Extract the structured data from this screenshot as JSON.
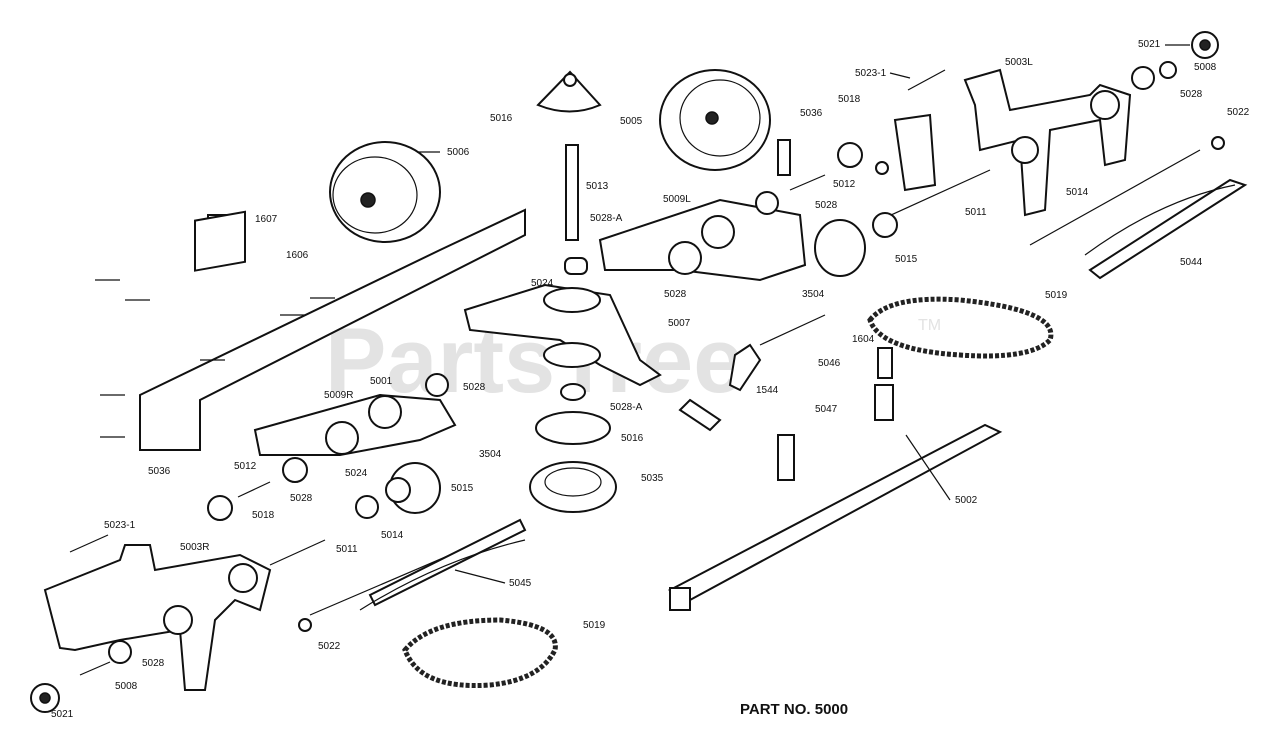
{
  "watermark": {
    "text": "PartsTree",
    "tm": "TM"
  },
  "part_number_label": "PART NO. 5000",
  "labels": [
    {
      "id": "l5021a",
      "text": "5021"
    },
    {
      "id": "l5023_1a",
      "text": "5023-1"
    },
    {
      "id": "l5003L",
      "text": "5003L"
    },
    {
      "id": "l5008a",
      "text": "5008"
    },
    {
      "id": "l5028a",
      "text": "5028"
    },
    {
      "id": "l5022a",
      "text": "5022"
    },
    {
      "id": "l5016a",
      "text": "5016"
    },
    {
      "id": "l5005a",
      "text": "5005"
    },
    {
      "id": "l5036a",
      "text": "5036"
    },
    {
      "id": "l5018a",
      "text": "5018"
    },
    {
      "id": "l5006",
      "text": "5006"
    },
    {
      "id": "l5013",
      "text": "5013"
    },
    {
      "id": "l5012a",
      "text": "5012"
    },
    {
      "id": "l5009L",
      "text": "5009L"
    },
    {
      "id": "l5028b",
      "text": "5028"
    },
    {
      "id": "l5011a",
      "text": "5011"
    },
    {
      "id": "l5014a",
      "text": "5014"
    },
    {
      "id": "l1607",
      "text": "1607"
    },
    {
      "id": "l5028A_a",
      "text": "5028-A"
    },
    {
      "id": "l1606",
      "text": "1606"
    },
    {
      "id": "l5015a",
      "text": "5015"
    },
    {
      "id": "l5044",
      "text": "5044"
    },
    {
      "id": "l5024a",
      "text": "5024"
    },
    {
      "id": "l5028c",
      "text": "5028"
    },
    {
      "id": "l3504a",
      "text": "3504"
    },
    {
      "id": "l5019a",
      "text": "5019"
    },
    {
      "id": "l5007",
      "text": "5007"
    },
    {
      "id": "l1604",
      "text": "1604"
    },
    {
      "id": "l5001",
      "text": "5001"
    },
    {
      "id": "l5046",
      "text": "5046"
    },
    {
      "id": "l5028d",
      "text": "5028"
    },
    {
      "id": "l1544",
      "text": "1544"
    },
    {
      "id": "l5009R",
      "text": "5009R"
    },
    {
      "id": "l5028A_b",
      "text": "5028-A"
    },
    {
      "id": "l5047",
      "text": "5047"
    },
    {
      "id": "l5016b",
      "text": "5016"
    },
    {
      "id": "l5036b",
      "text": "5036"
    },
    {
      "id": "l5012b",
      "text": "5012"
    },
    {
      "id": "l3504b",
      "text": "3504"
    },
    {
      "id": "l5024b",
      "text": "5024"
    },
    {
      "id": "l5035",
      "text": "5035"
    },
    {
      "id": "l5028e",
      "text": "5028"
    },
    {
      "id": "l5015b",
      "text": "5015"
    },
    {
      "id": "l5018b",
      "text": "5018"
    },
    {
      "id": "l5002",
      "text": "5002"
    },
    {
      "id": "l5023_1b",
      "text": "5023-1"
    },
    {
      "id": "l5014b",
      "text": "5014"
    },
    {
      "id": "l5011b",
      "text": "5011"
    },
    {
      "id": "l5003R",
      "text": "5003R"
    },
    {
      "id": "l5045",
      "text": "5045"
    },
    {
      "id": "l5019b",
      "text": "5019"
    },
    {
      "id": "l5022b",
      "text": "5022"
    },
    {
      "id": "l5028f",
      "text": "5028"
    },
    {
      "id": "l5008b",
      "text": "5008"
    },
    {
      "id": "l5021b",
      "text": "5021"
    }
  ]
}
